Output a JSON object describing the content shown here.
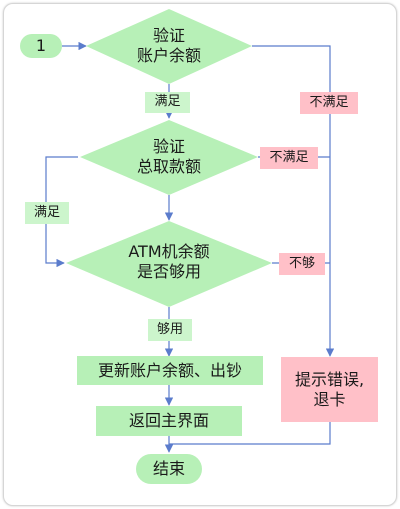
{
  "colors": {
    "node_fill": "#b7f0b7",
    "label_fill": "#ccf5cc",
    "error_fill": "#ffc0c8",
    "connector": "#5b7ccc"
  },
  "nodes": {
    "start": "1",
    "decision_balance_line1": "验证",
    "decision_balance_line2": "账户余额",
    "decision_total_line1": "验证",
    "decision_total_line2": "总取款额",
    "decision_atm_line1": "ATM机余额",
    "decision_atm_line2": "是否够用",
    "process_update": "更新账户余额、出钞",
    "process_return": "返回主界面",
    "process_error_line1": "提示错误,",
    "process_error_line2": "退卡",
    "end": "结束"
  },
  "edge_labels": {
    "balance_yes": "满足",
    "balance_no": "不满足",
    "total_yes": "满足",
    "total_no": "不满足",
    "atm_yes": "够用",
    "atm_no": "不够"
  }
}
